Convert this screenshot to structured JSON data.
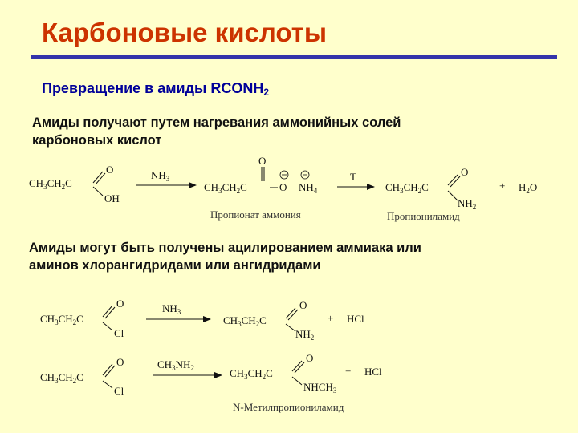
{
  "slide": {
    "title": "Карбоновые кислоты",
    "subtitle_main": "Превращение в амиды RCONH",
    "subtitle_sub": "2",
    "para1_line1": "Амиды получают путем нагревания аммонийных солей",
    "para1_line2": "карбоновых кислот",
    "para2_line1": "Амиды могут быть получены ацилированием аммиака или",
    "para2_line2": "аминов хлорангидридами или ангидридами"
  },
  "reaction1": {
    "reagent": "NH3",
    "condition": "T",
    "product1_name": "Пропионат аммония",
    "product2_name": "Пропиониламид",
    "byproduct": "H2O",
    "plus": "+"
  },
  "reaction2": {
    "reagent": "NH3",
    "byproduct": "HCl",
    "plus": "+"
  },
  "reaction3": {
    "reagent": "CH3NH2",
    "byproduct": "HCl",
    "plus": "+",
    "product_name": "N-Метилпропиониламид"
  }
}
